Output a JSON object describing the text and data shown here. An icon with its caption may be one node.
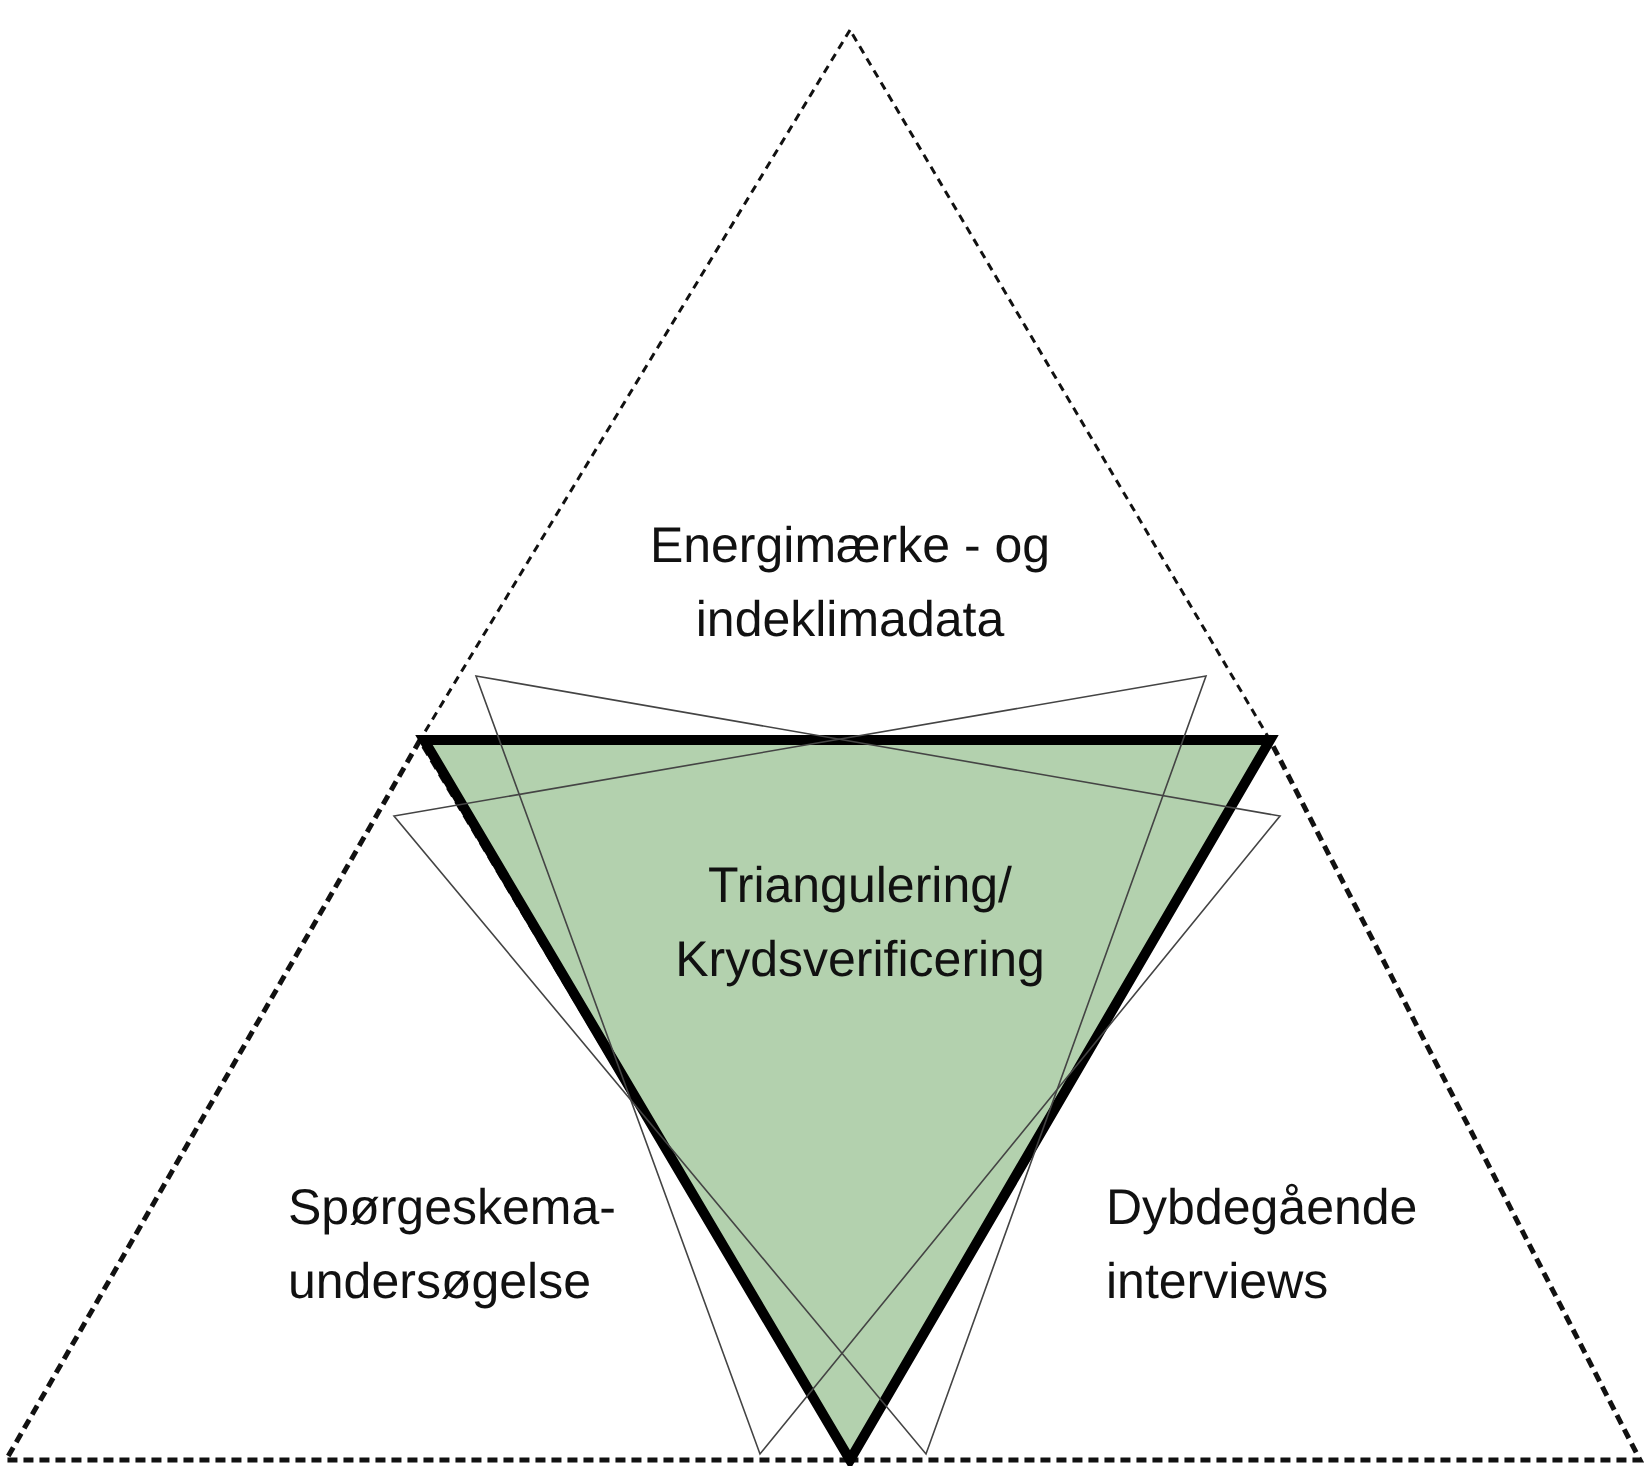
{
  "diagram": {
    "nodes": [
      {
        "text": [
          "Energimærke - og indeklimadata"
        ]
      },
      {
        "text": [
          "Triangulering/ Krydsverificering"
        ]
      },
      {
        "text": [
          "Spørgeskema- undersøgelse"
        ]
      },
      {
        "text": [
          "Dybdegående interviews"
        ]
      }
    ]
  }
}
